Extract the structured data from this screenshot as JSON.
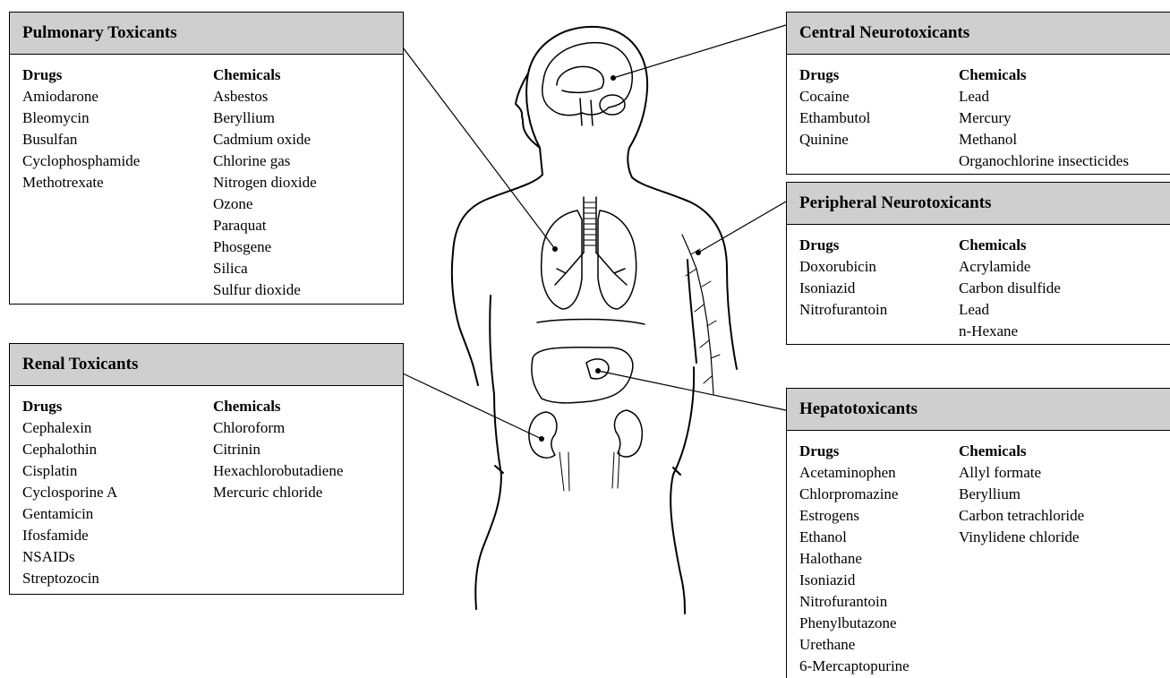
{
  "panels": {
    "pulmonary": {
      "title": "Pulmonary Toxicants",
      "drugs_header": "Drugs",
      "chemicals_header": "Chemicals",
      "drugs": [
        "Amiodarone",
        "Bleomycin",
        "Busulfan",
        "Cyclophosphamide",
        "Methotrexate"
      ],
      "chemicals": [
        "Asbestos",
        "Beryllium",
        "Cadmium oxide",
        "Chlorine gas",
        "Nitrogen dioxide",
        "Ozone",
        "Paraquat",
        "Phosgene",
        "Silica",
        "Sulfur dioxide"
      ]
    },
    "renal": {
      "title": "Renal Toxicants",
      "drugs_header": "Drugs",
      "chemicals_header": "Chemicals",
      "drugs": [
        "Cephalexin",
        "Cephalothin",
        "Cisplatin",
        "Cyclosporine A",
        "Gentamicin",
        "Ifosfamide",
        "NSAIDs",
        "Streptozocin"
      ],
      "chemicals": [
        "Chloroform",
        "Citrinin",
        "Hexachlorobutadiene",
        "Mercuric chloride"
      ]
    },
    "central": {
      "title": "Central Neurotoxicants",
      "drugs_header": "Drugs",
      "chemicals_header": "Chemicals",
      "drugs": [
        "Cocaine",
        "Ethambutol",
        "Quinine"
      ],
      "chemicals": [
        "Lead",
        "Mercury",
        "Methanol",
        "Organochlorine insecticides"
      ]
    },
    "peripheral": {
      "title": "Peripheral Neurotoxicants",
      "drugs_header": "Drugs",
      "chemicals_header": "Chemicals",
      "drugs": [
        "Doxorubicin",
        "Isoniazid",
        "Nitrofurantoin"
      ],
      "chemicals": [
        "Acrylamide",
        "Carbon disulfide",
        "Lead",
        "n-Hexane"
      ]
    },
    "hepato": {
      "title": "Hepatotoxicants",
      "drugs_header": "Drugs",
      "chemicals_header": "Chemicals",
      "drugs": [
        "Acetaminophen",
        "Chlorpromazine",
        "Estrogens",
        "Ethanol",
        "Halothane",
        "Isoniazid",
        "Nitrofurantoin",
        "Phenylbutazone",
        "Urethane",
        "6-Mercaptopurine"
      ],
      "chemicals": [
        "Allyl formate",
        "Beryllium",
        "Carbon tetrachloride",
        "Vinylidene chloride"
      ]
    }
  },
  "colors": {
    "title_bar": "#cfcfcf",
    "line": "#000000",
    "background": "#ffffff"
  }
}
